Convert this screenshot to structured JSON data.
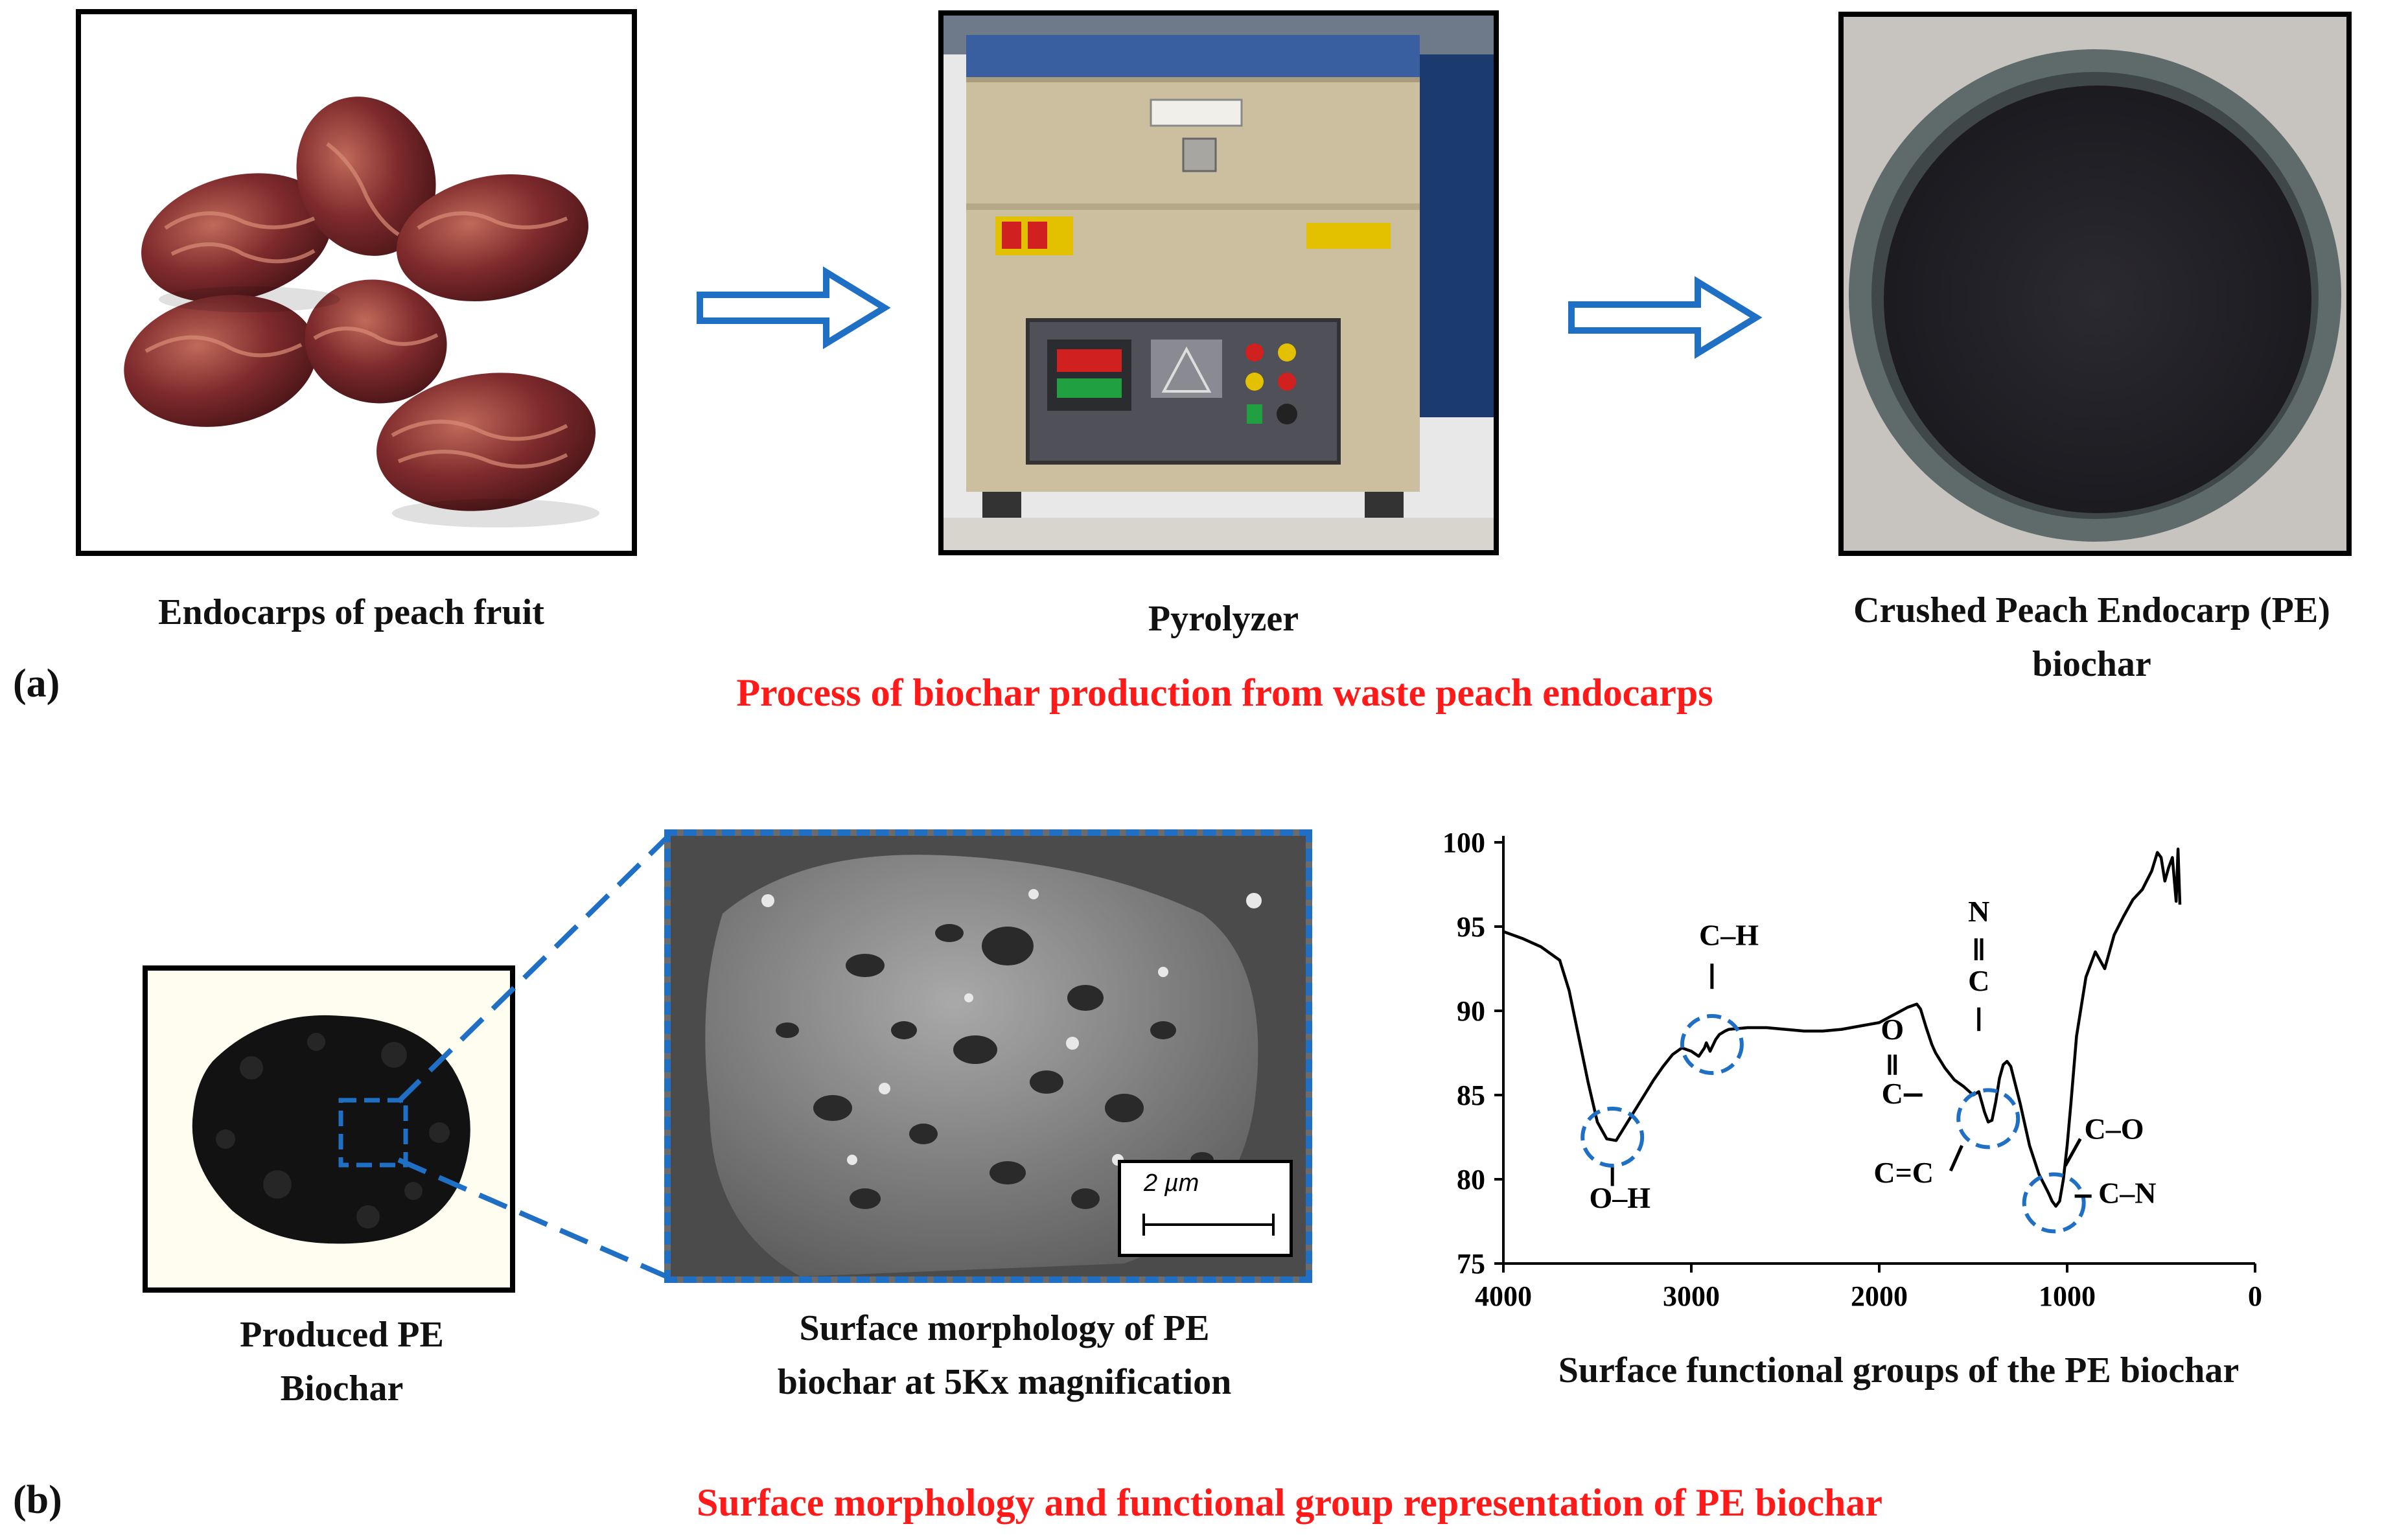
{
  "panel_a": {
    "label": "(a)",
    "title": "Process of biochar production from waste peach endocarps",
    "captions": {
      "endocarps": "Endocarps of peach fruit",
      "pyrolyzer": "Pyrolyzer",
      "crushed_line1": "Crushed Peach Endocarp (PE)",
      "crushed_line2": "biochar"
    },
    "arrow_color": "#1f6fc4"
  },
  "panel_b": {
    "label": "(b)",
    "title": "Surface morphology and functional group representation of PE biochar",
    "captions": {
      "produced_line1": "Produced PE",
      "produced_line2": "Biochar",
      "sem_line1": "Surface morphology of PE",
      "sem_line2": "biochar at 5Kx magnification",
      "ftir": "Surface functional groups of the PE biochar"
    },
    "scale_bar": "2 µm",
    "zoom_color": "#1f6fc4"
  },
  "chart_data": {
    "type": "line",
    "title": "",
    "xlabel": "",
    "ylabel": "",
    "xlim": [
      4000,
      0
    ],
    "ylim": [
      75,
      100
    ],
    "x_ticks": [
      4000,
      3000,
      2000,
      1000,
      0
    ],
    "y_ticks": [
      75,
      80,
      85,
      90,
      95,
      100
    ],
    "series": [
      {
        "x": [
          4000,
          3900,
          3800,
          3700,
          3650,
          3600,
          3550,
          3500,
          3450,
          3400,
          3350,
          3300,
          3250,
          3200,
          3150,
          3100,
          3050,
          3000,
          2960,
          2930,
          2920,
          2900,
          2870,
          2850,
          2820,
          2800,
          2700,
          2600,
          2500,
          2400,
          2300,
          2200,
          2100,
          2000,
          1950,
          1900,
          1850,
          1800,
          1780,
          1750,
          1720,
          1700,
          1650,
          1600,
          1550,
          1500,
          1470,
          1440,
          1420,
          1400,
          1380,
          1360,
          1340,
          1320,
          1300,
          1250,
          1200,
          1150,
          1100,
          1080,
          1060,
          1040,
          1020,
          1000,
          980,
          950,
          900,
          850,
          800,
          780,
          750,
          700,
          650,
          600,
          550,
          520,
          500,
          480,
          460,
          440,
          420,
          410,
          400
        ],
        "y": [
          94.7,
          94.3,
          93.8,
          93.0,
          91.2,
          88.5,
          85.8,
          83.4,
          82.4,
          82.3,
          83.2,
          84.1,
          85.0,
          85.9,
          86.7,
          87.4,
          87.8,
          87.6,
          87.3,
          87.8,
          88.1,
          87.6,
          88.3,
          88.6,
          88.8,
          88.9,
          89.0,
          89.0,
          88.9,
          88.8,
          88.8,
          88.9,
          89.1,
          89.3,
          89.6,
          89.9,
          90.2,
          90.4,
          90.1,
          89.0,
          88.0,
          87.5,
          86.6,
          85.9,
          85.5,
          85.0,
          85.2,
          84.0,
          83.4,
          83.5,
          84.6,
          86.0,
          86.8,
          87.0,
          86.7,
          84.5,
          82.0,
          80.3,
          79.2,
          78.7,
          78.4,
          78.7,
          80.0,
          82.0,
          84.5,
          88.5,
          92.0,
          93.5,
          92.5,
          93.3,
          94.5,
          95.6,
          96.6,
          97.2,
          98.3,
          99.4,
          99.1,
          97.7,
          98.5,
          99.1,
          96.5,
          99.6,
          96.3
        ]
      }
    ],
    "annotations": [
      "O–H",
      "C–H",
      "O",
      "C",
      "C=C",
      "N",
      "C",
      "C–O",
      "C–N"
    ],
    "grid": false,
    "line_color": "#000000"
  }
}
